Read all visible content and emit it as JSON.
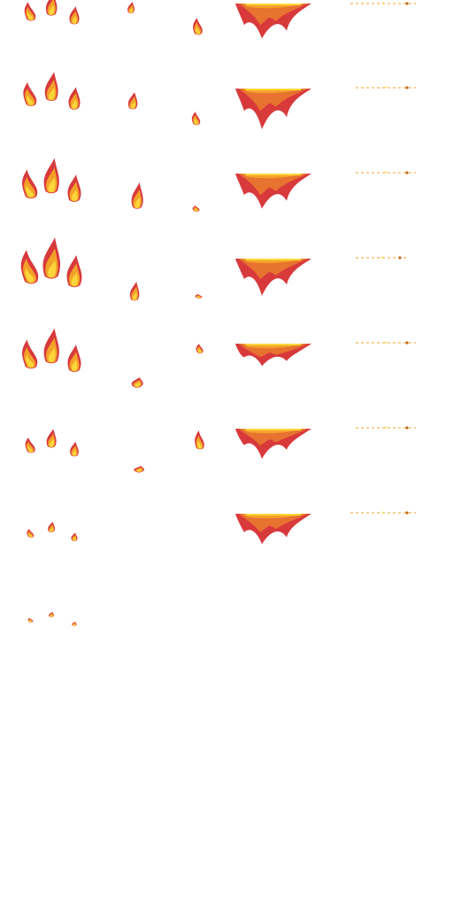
{
  "sprite_sheet": {
    "background": "#ffffff",
    "palette": {
      "outer": "#d83a3c",
      "mid": "#e8722f",
      "inner": "#f4a12a",
      "core": "#fbd63a",
      "spark": "#c06a1a"
    },
    "columns": [
      {
        "name": "triple-flames",
        "frames": 8
      },
      {
        "name": "single-flame-a",
        "frames": 6
      },
      {
        "name": "single-flame-b",
        "frames": 6
      },
      {
        "name": "fire-curtain",
        "frames": 7
      },
      {
        "name": "ember-line",
        "frames": 7
      }
    ]
  }
}
